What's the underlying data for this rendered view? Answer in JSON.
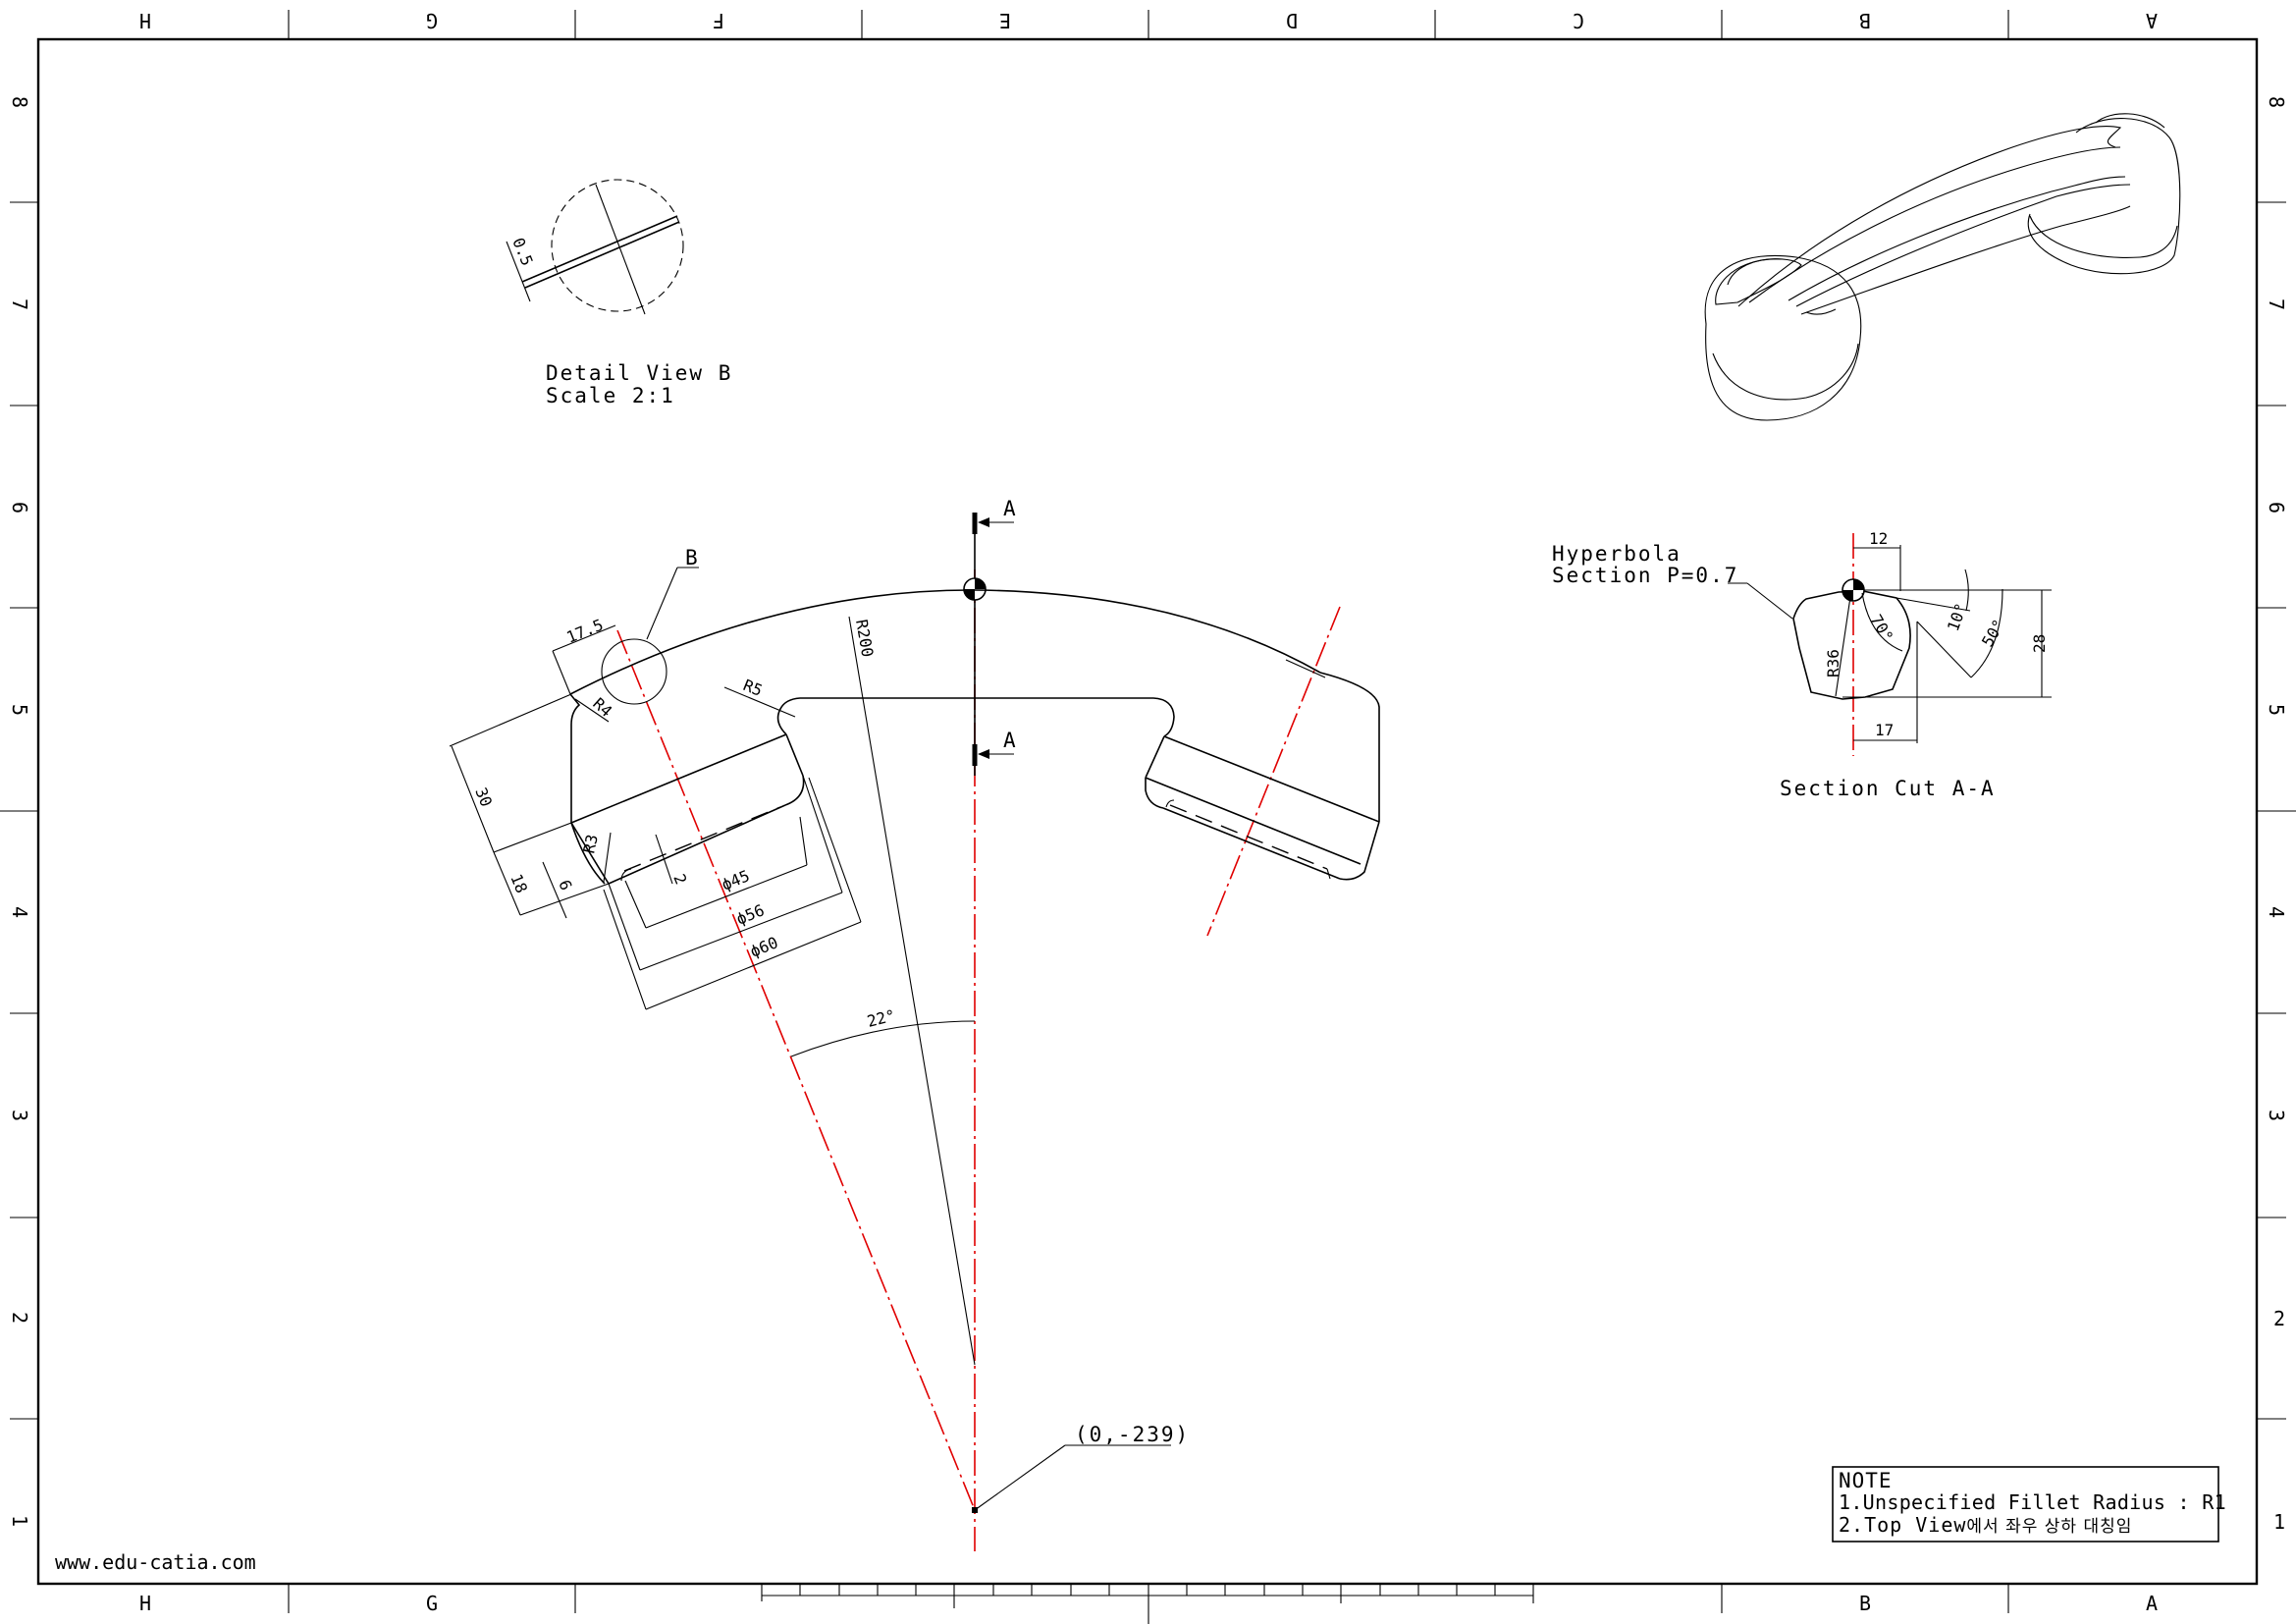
{
  "sheet": {
    "columns_top": [
      "H",
      "G",
      "F",
      "E",
      "D",
      "C",
      "B",
      "A"
    ],
    "columns_bottom": [
      "H",
      "G",
      "",
      "",
      "",
      "",
      "B",
      "A"
    ],
    "rows": [
      "8",
      "7",
      "6",
      "5",
      "4",
      "3",
      "2",
      "1"
    ],
    "watermark": "www.edu-catia.com"
  },
  "detail_view": {
    "title": "Detail View B",
    "scale": "Scale 2:1",
    "dim_thickness": "0.5"
  },
  "main_view": {
    "section_marker": "A",
    "section_marker_bottom": "A",
    "detail_callout": "B",
    "origin_label": "(0,-239)",
    "dimensions": {
      "r200": "R200",
      "r5": "R5",
      "r4": "R4",
      "r3": "R3",
      "d17_5": "17.5",
      "d30": "30",
      "d18": "18",
      "d6": "6",
      "d2": "2",
      "phi45": "ϕ45",
      "phi56": "ϕ56",
      "phi60": "ϕ60",
      "angle22": "22°"
    }
  },
  "section_view": {
    "title": "Section Cut A-A",
    "leader_line1": "Hyperbola",
    "leader_line2": "Section P=0.7",
    "dimensions": {
      "d12": "12",
      "d17": "17",
      "d28": "28",
      "r36": "R36",
      "a70": "70°",
      "a10": "10°",
      "a50": "50°"
    }
  },
  "notes": {
    "heading": "NOTE",
    "line1": "1.Unspecified Fillet Radius : R1",
    "line2_prefix": "2.Top View",
    "line2_korean": "에서 좌우 상하 대칭임"
  },
  "colors": {
    "line": "#000000",
    "centerline": "#e00000",
    "background": "#ffffff"
  }
}
